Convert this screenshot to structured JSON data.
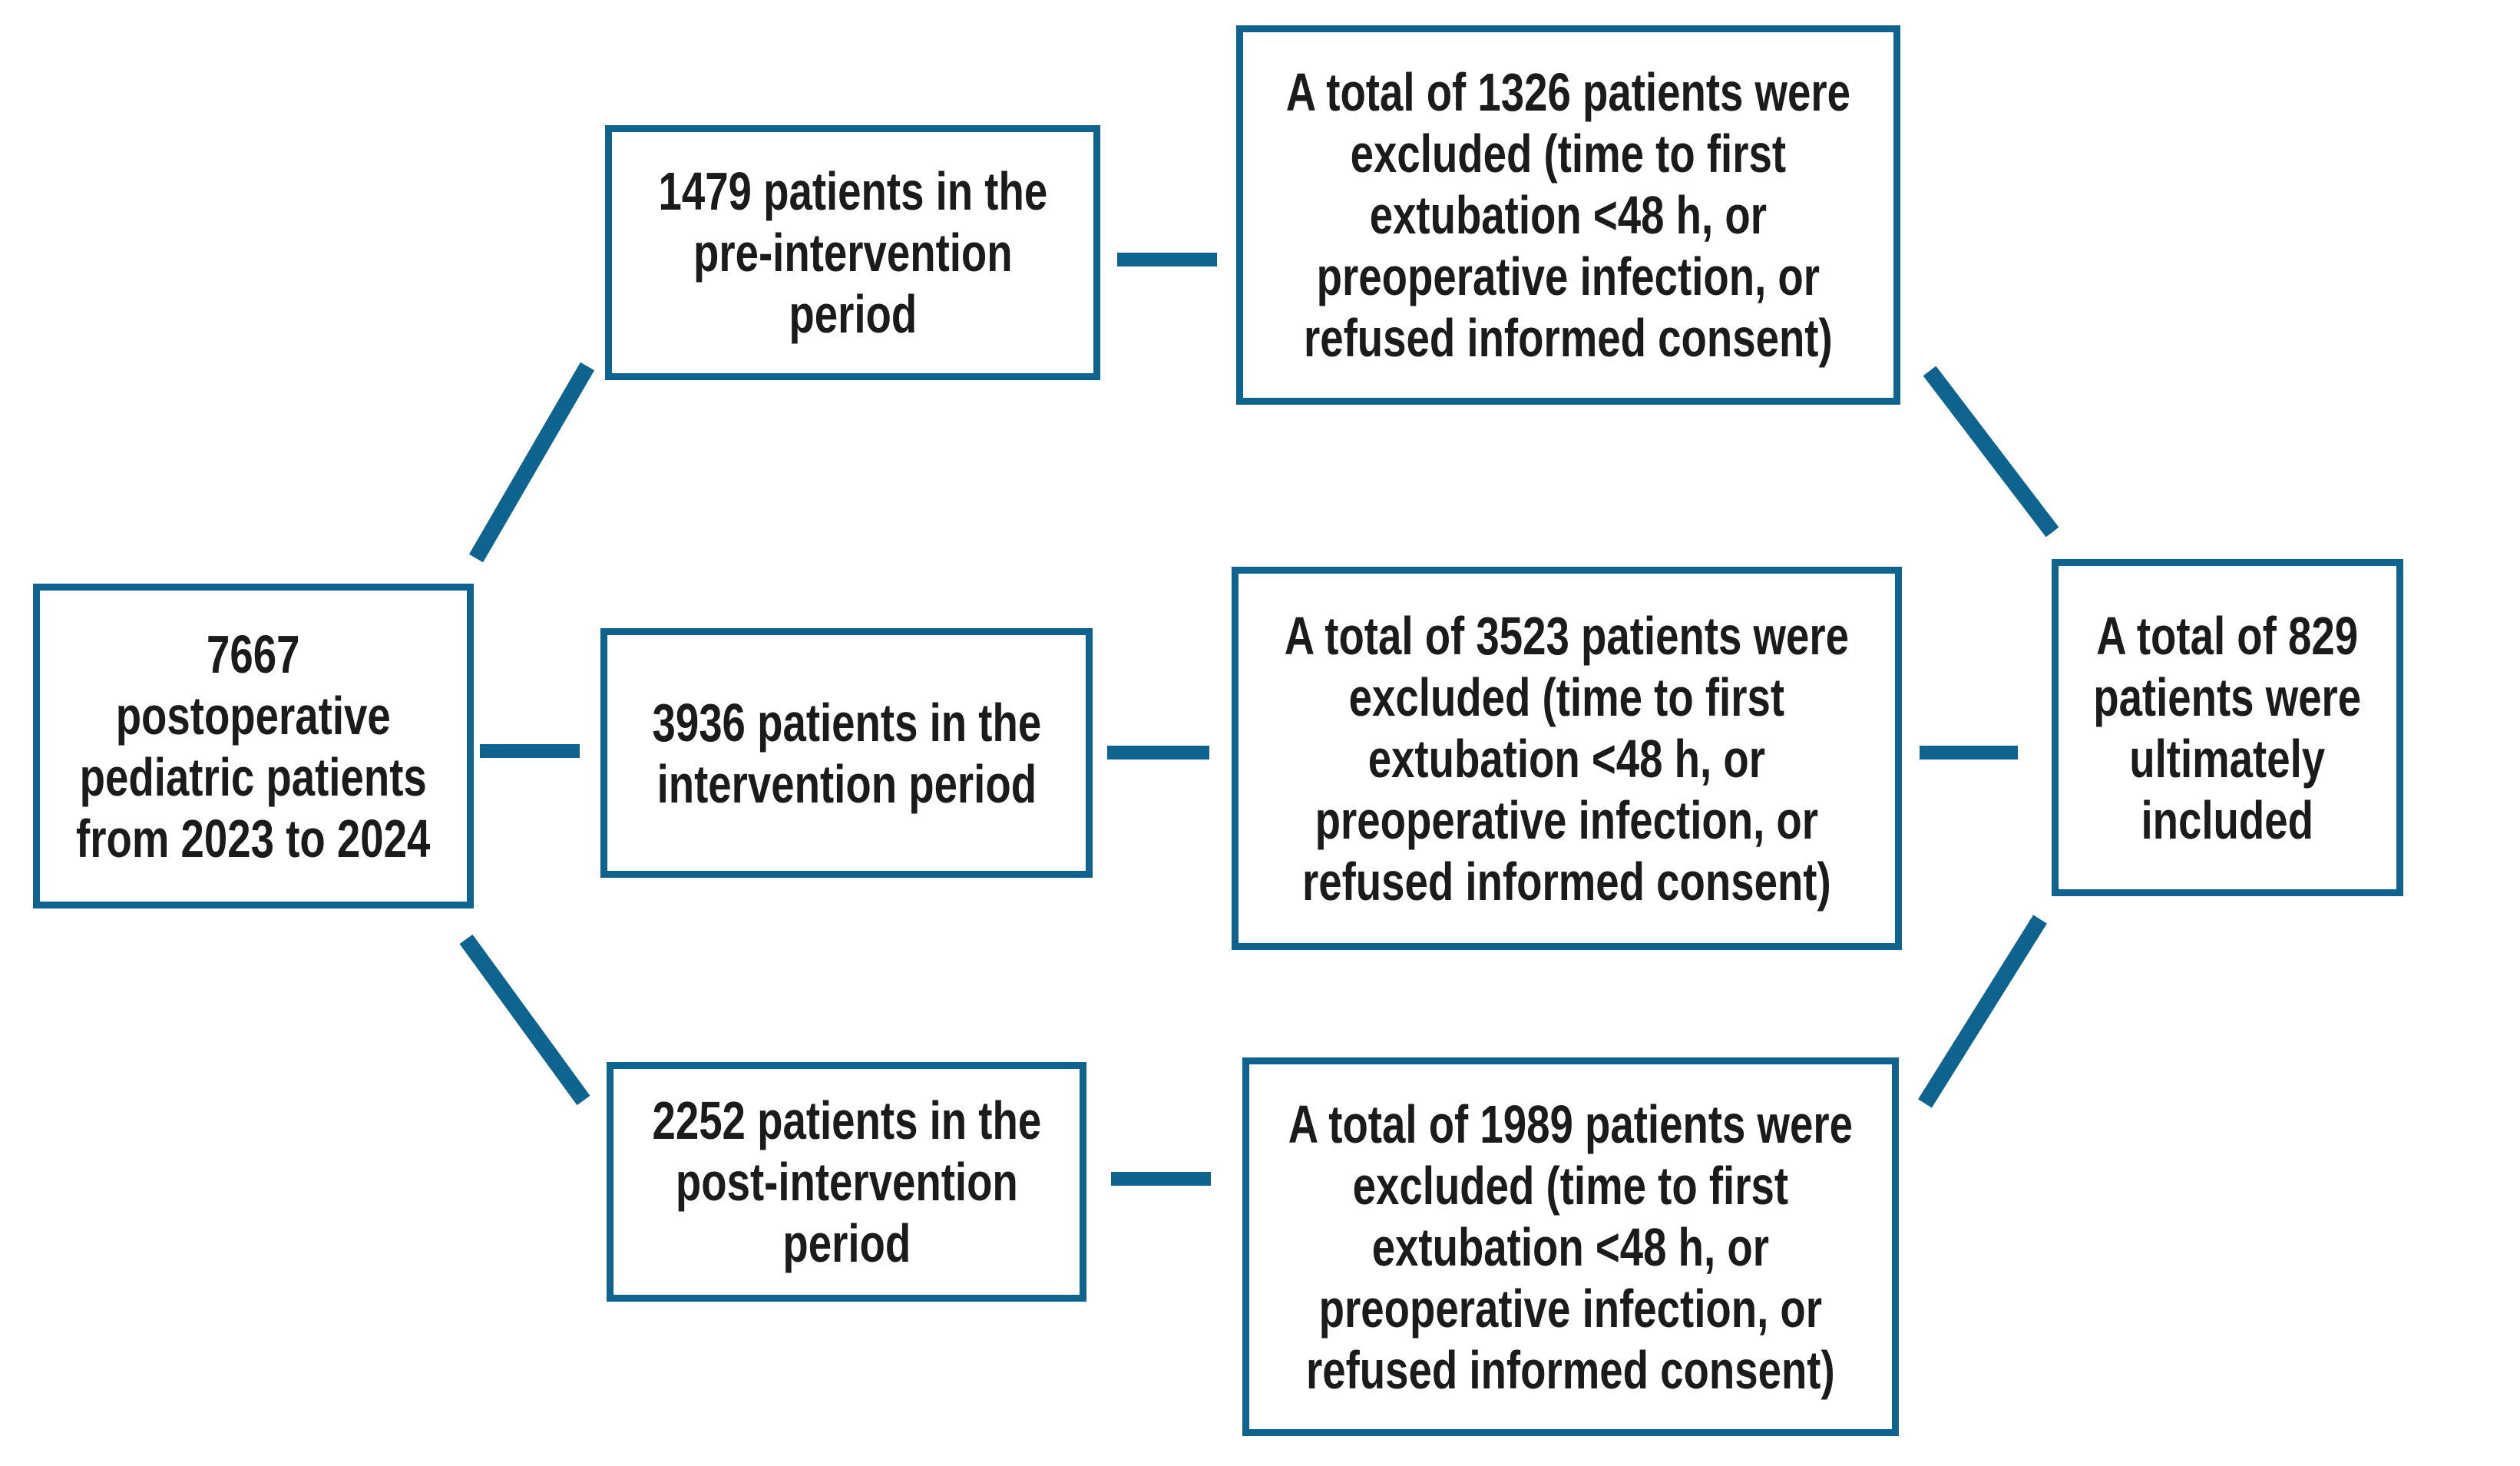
{
  "figure": {
    "type": "patient-flow-diagram",
    "background": "#ffffff",
    "accent_color": "#0e648e",
    "text_color": "#1b1b1b"
  },
  "nodes": {
    "source": {
      "text": "7667\npostoperative\npediatric patients\nfrom 2023 to 2024"
    },
    "pre_period": {
      "text": "1479 patients in the\npre-intervention\nperiod"
    },
    "intervention_period": {
      "text": "3936 patients in the\nintervention period"
    },
    "post_period": {
      "text": "2252 patients in the\npost-intervention\nperiod"
    },
    "excluded_pre": {
      "text": "A total of 1326 patients were\nexcluded (time to first\nextubation <48 h, or\npreoperative infection, or\nrefused informed consent)"
    },
    "excluded_intervention": {
      "text": "A total of 3523 patients were\nexcluded (time to first\nextubation <48 h, or\npreoperative infection, or\nrefused informed consent)"
    },
    "excluded_post": {
      "text": "A total of 1989 patients were\nexcluded (time to first\nextubation <48 h, or\npreoperative infection, or\nrefused informed consent)"
    },
    "included": {
      "text": "A total of 829\npatients were\nultimately\nincluded"
    }
  }
}
